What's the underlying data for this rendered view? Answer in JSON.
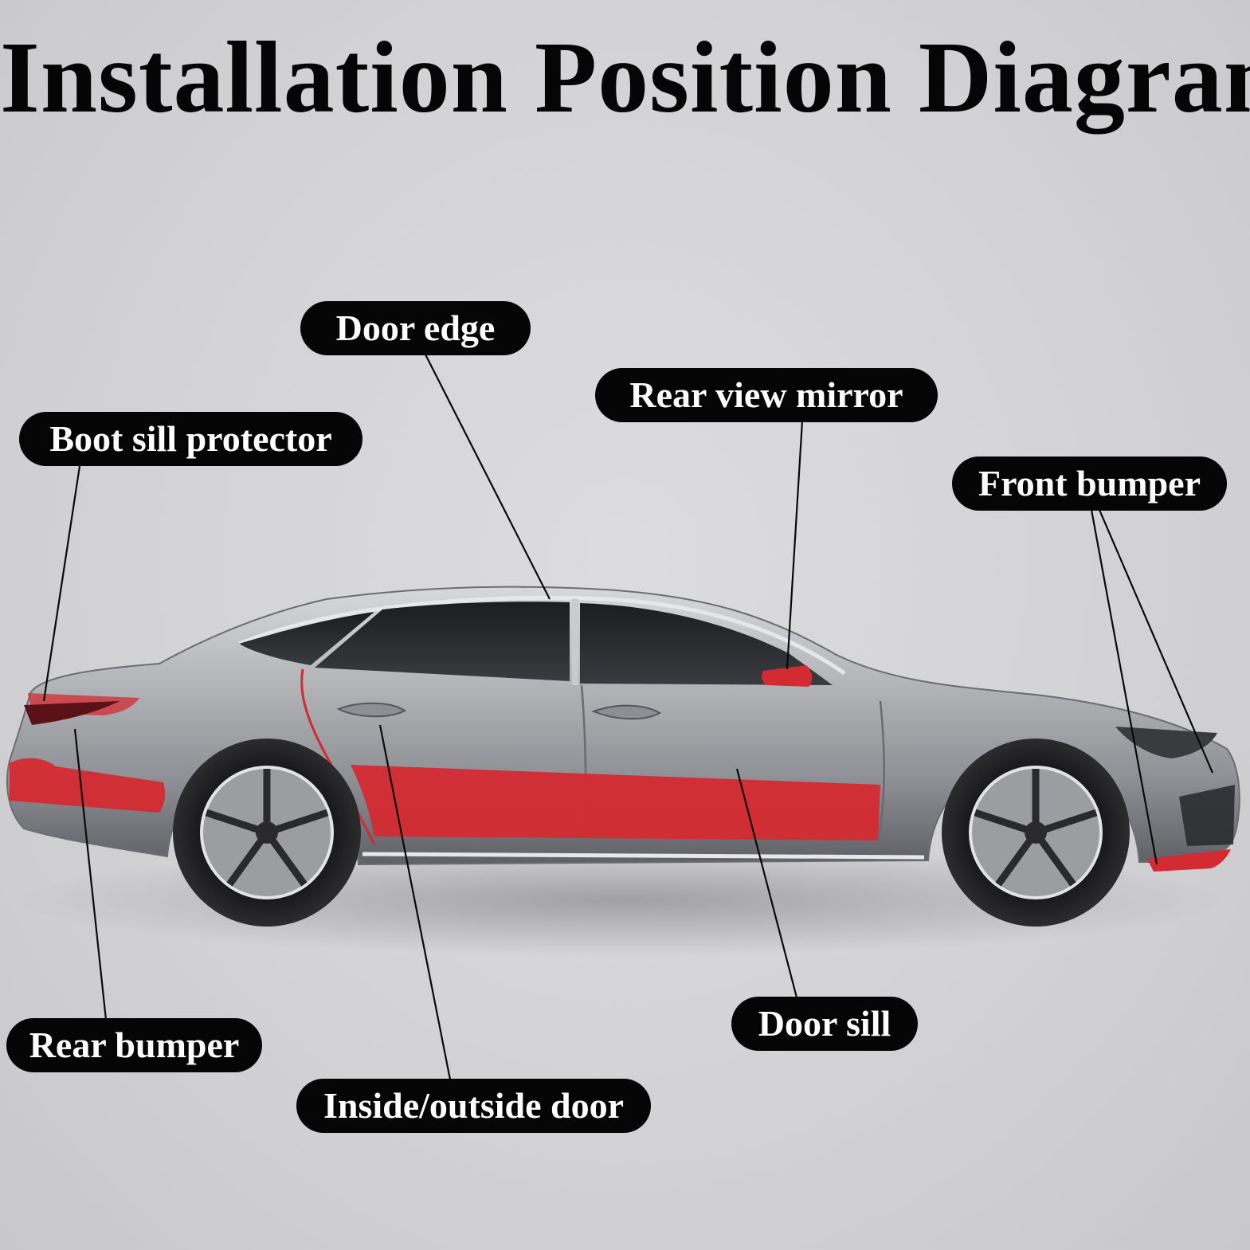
{
  "title": "Installation Position Diagram",
  "labels": {
    "door_edge": "Door edge",
    "rear_view_mirror": "Rear view mirror",
    "boot_sill_protector": "Boot sill protector",
    "front_bumper": "Front bumper",
    "rear_bumper": "Rear bumper",
    "door_sill": "Door sill",
    "inside_outside_door": "Inside/outside door"
  },
  "colors": {
    "highlight": "#d42a32",
    "label_bg": "#050505",
    "label_text": "#ffffff",
    "car_body": "#a7a8ac"
  }
}
